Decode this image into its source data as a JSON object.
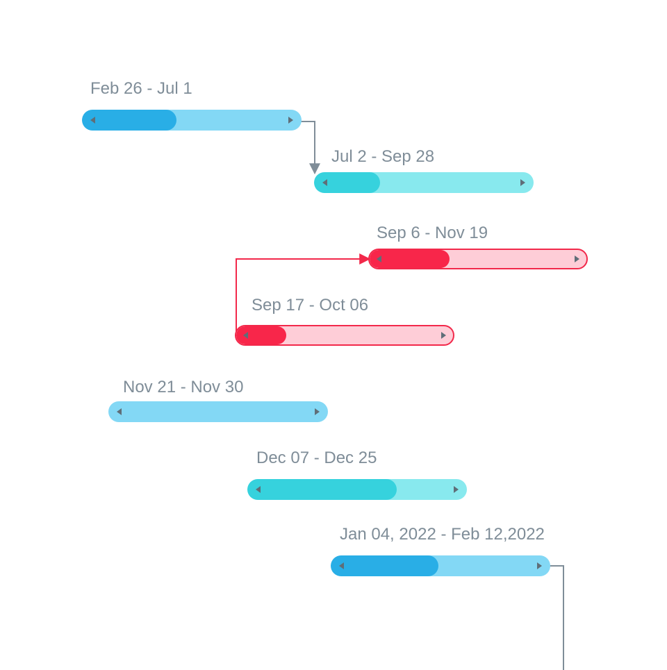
{
  "tasks": [
    {
      "id": "t1",
      "label": "Feb 26 - Jul 1",
      "progress": 0.43,
      "track_color": "#83d8f5",
      "fill_color": "#29aee6"
    },
    {
      "id": "t2",
      "label": "Jul 2 - Sep 28",
      "progress": 0.3,
      "track_color": "#88e9ee",
      "fill_color": "#36d2dd"
    },
    {
      "id": "t3",
      "label": "Sep 6 - Nov 19",
      "progress": 0.37,
      "track_color": "#fecdd7",
      "fill_color": "#f8264a"
    },
    {
      "id": "t4",
      "label": "Sep 17 - Oct 06",
      "progress": 0.23,
      "track_color": "#fecdd7",
      "fill_color": "#f8264a"
    },
    {
      "id": "t5",
      "label": "Nov 21 - Nov 30",
      "progress": 0.0,
      "track_color": "#83d8f5",
      "fill_color": "#29aee6"
    },
    {
      "id": "t6",
      "label": "Dec 07 - Dec 25",
      "progress": 0.68,
      "track_color": "#88e9ee",
      "fill_color": "#36d2dd"
    },
    {
      "id": "t7",
      "label": "Jan 04, 2022 - Feb 12,2022",
      "progress": 0.49,
      "track_color": "#83d8f5",
      "fill_color": "#29aee6"
    }
  ],
  "dependencies": [
    {
      "from": "t1",
      "to": "t2",
      "color": "#7f8d98"
    },
    {
      "from": "t4",
      "to": "t3",
      "color": "#f2284a"
    },
    {
      "from": "t7",
      "to": "",
      "color": "#7f8d98"
    }
  ]
}
